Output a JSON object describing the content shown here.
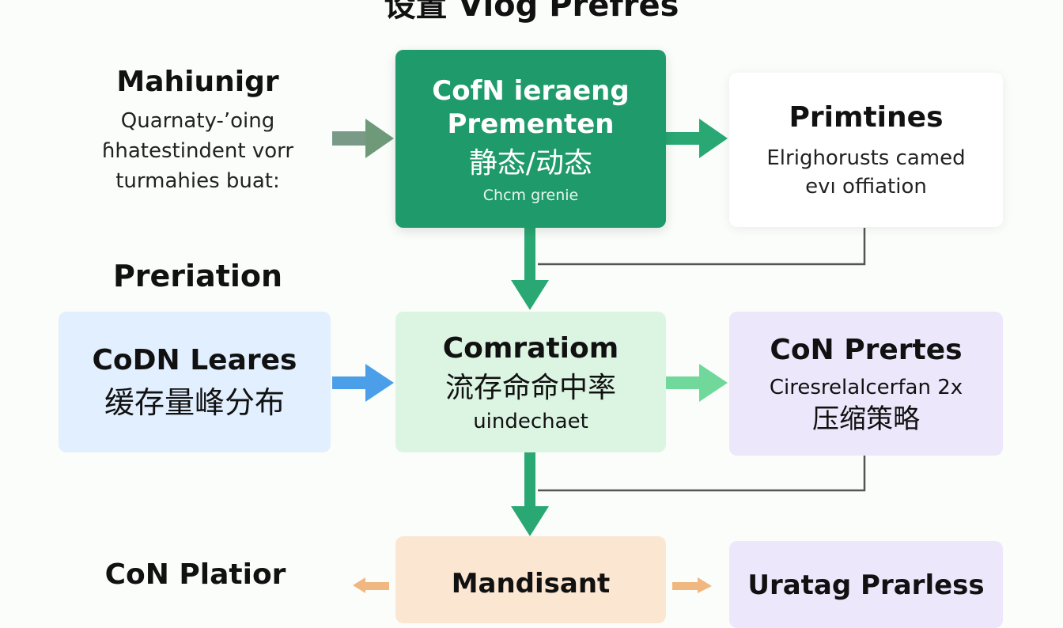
{
  "diagram": {
    "title": "设置 Vlog Prefres",
    "left_block": {
      "heading": "Mahiunigr",
      "lines": [
        "Quarnaty-ʼoing",
        "ɦhatestindent vorr",
        "turmahies buat:"
      ]
    },
    "main_card": {
      "line1": "CofN ieraeng",
      "line2": "Prementen",
      "line3": "静态/动态",
      "line4": "Chcm grenie"
    },
    "primtines_card": {
      "heading": "Primtines",
      "lines": [
        "Elrighorusts camed",
        "evı offiation"
      ]
    },
    "preriation_label": "Preriation",
    "blue_card": {
      "heading": "CoDN Leares",
      "subtitle": "缓存量峰分布"
    },
    "lightgreen_card": {
      "heading": "Comratiom",
      "subtitle": "流存命命中率",
      "tail": "uindechaet"
    },
    "purple_card": {
      "heading": "CoN Prertes",
      "subtitle": "Ciresrelalcerfan 2x",
      "subtitle2": "压缩策略"
    },
    "platior_label": "CoN Platior",
    "orange_card": {
      "heading": "Mandisant"
    },
    "purple2_card": {
      "heading": "Uratag Prarless"
    }
  },
  "colors": {
    "main_green": "#1f9a6a",
    "arrow_green": "#2aa874",
    "arrow_light_green": "#6fd89a",
    "arrow_blue": "#4a9fe8",
    "arrow_gray": "#7a9a88",
    "arrow_orange": "#f0b880",
    "connector": "#555555"
  }
}
